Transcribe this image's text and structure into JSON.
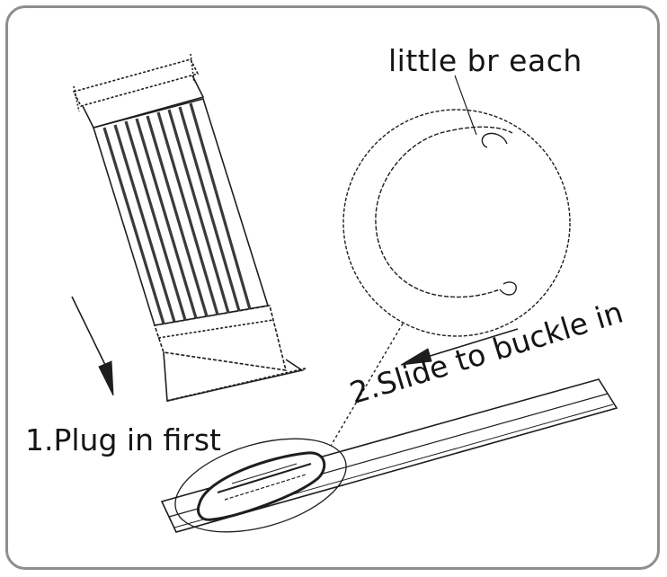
{
  "labels": {
    "callout": "little br each",
    "step1": "1.Plug in first",
    "step2": "2.Slide to buckle in"
  },
  "colors": {
    "line": "#1e1e1e",
    "frame_border": "#8e8e8e",
    "background": "#ffffff"
  },
  "icons": {
    "down_arrow": "arrow-down-icon",
    "left_arrow": "arrow-left-icon"
  }
}
